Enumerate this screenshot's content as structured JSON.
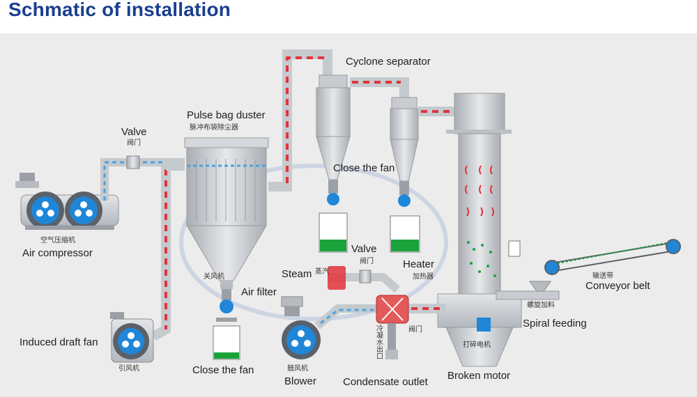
{
  "title": "Schmatic of installation",
  "labels": {
    "cyclone_separator": "Cyclone separator",
    "pulse_bag_duster": "Pulse bag duster",
    "pulse_bag_duster_cn": "脉冲布袋除尘器",
    "valve_left": "Valve",
    "valve_left_cn": "阀门",
    "air_compressor_cn": "空气压缩机",
    "air_compressor": "Air compressor",
    "close_fan_top": "Close the fan",
    "valve_mid": "Valve",
    "valve_mid_cn": "阀门",
    "steam": "Steam",
    "steam_cn": "蒸汽",
    "heater": "Heater",
    "heater_cn": "加热器",
    "air_filter": "Air filter",
    "close_fan_cn": "关风机",
    "induced_draft_fan": "Induced draft fan",
    "induced_draft_fan_cn": "引风机",
    "close_fan_bottom": "Close the fan",
    "blower_cn": "鼓风机",
    "blower": "Blower",
    "condensate_cn": "冷凝水出口",
    "valve_small_cn": "阀门",
    "condensate_outlet": "Condensate outlet",
    "broken_motor_cn": "打碎电机",
    "broken_motor": "Broken motor",
    "spiral_feeding": "Spiral feeding",
    "spiral_feeding_cn": "螺旋加料",
    "conveyor_belt": "Conveyor belt",
    "conveyor_belt_cn": "输送带"
  },
  "colors": {
    "title": "#1a3f8f",
    "equipment": "#c9cdd2",
    "air_flow": "#4aa3df",
    "hot_flow": "#e0343a",
    "product": "#1aa33a"
  }
}
